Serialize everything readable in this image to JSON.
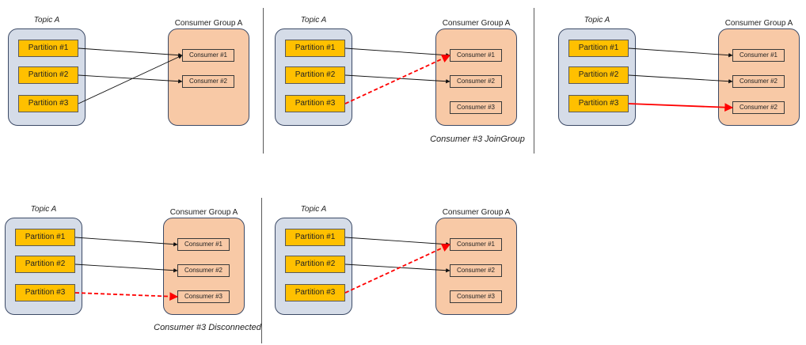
{
  "colors": {
    "topic_fill": "#d5dce8",
    "group_fill": "#f8c9a6",
    "partition_fill": "#ffc000",
    "arrow_normal": "#111111",
    "arrow_highlight": "#ff0000"
  },
  "panels": [
    {
      "topic_label": "Topic A",
      "group_label": "Consumer Group A",
      "partitions": [
        "Partition #1",
        "Partition #2",
        "Partition #3"
      ],
      "consumers": [
        "Consumer #1",
        "Consumer #2"
      ],
      "caption": "",
      "mappings": [
        {
          "from": 0,
          "to": 0,
          "style": "solid"
        },
        {
          "from": 1,
          "to": 1,
          "style": "solid"
        },
        {
          "from": 2,
          "to": 0,
          "style": "solid"
        }
      ]
    },
    {
      "topic_label": "Topic A",
      "group_label": "Consumer Group A",
      "partitions": [
        "Partition #1",
        "Partition #2",
        "Partition #3"
      ],
      "consumers": [
        "Consumer #1",
        "Consumer #2",
        "Consumer #3"
      ],
      "caption": "Consumer #3 JoinGroup",
      "mappings": [
        {
          "from": 0,
          "to": 0,
          "style": "solid"
        },
        {
          "from": 1,
          "to": 1,
          "style": "solid"
        },
        {
          "from": 2,
          "to": 0,
          "style": "dashed-red"
        }
      ]
    },
    {
      "topic_label": "Topic A",
      "group_label": "Consumer Group A",
      "partitions": [
        "Partition #1",
        "Partition #2",
        "Partition #3"
      ],
      "consumers": [
        "Consumer #1",
        "Consumer #2",
        "Consumer #2"
      ],
      "caption": "",
      "mappings": [
        {
          "from": 0,
          "to": 0,
          "style": "solid"
        },
        {
          "from": 1,
          "to": 1,
          "style": "solid"
        },
        {
          "from": 2,
          "to": 2,
          "style": "solid-red"
        }
      ]
    },
    {
      "topic_label": "Topic A",
      "group_label": "Consumer Group A",
      "partitions": [
        "Partition #1",
        "Partition #2",
        "Partition #3"
      ],
      "consumers": [
        "Consumer #1",
        "Consumer #2",
        "Consumer #3"
      ],
      "caption": "Consumer #3 Disconnected",
      "mappings": [
        {
          "from": 0,
          "to": 0,
          "style": "solid"
        },
        {
          "from": 1,
          "to": 1,
          "style": "solid"
        },
        {
          "from": 2,
          "to": 2,
          "style": "dashed-red"
        }
      ]
    },
    {
      "topic_label": "Topic A",
      "group_label": "Consumer Group A",
      "partitions": [
        "Partition #1",
        "Partition #2",
        "Partition #3"
      ],
      "consumers": [
        "Consumer #1",
        "Consumer #2",
        "Consumer #3"
      ],
      "caption": "",
      "mappings": [
        {
          "from": 0,
          "to": 0,
          "style": "solid"
        },
        {
          "from": 1,
          "to": 1,
          "style": "solid"
        },
        {
          "from": 2,
          "to": 0,
          "style": "dashed-red"
        }
      ]
    }
  ]
}
